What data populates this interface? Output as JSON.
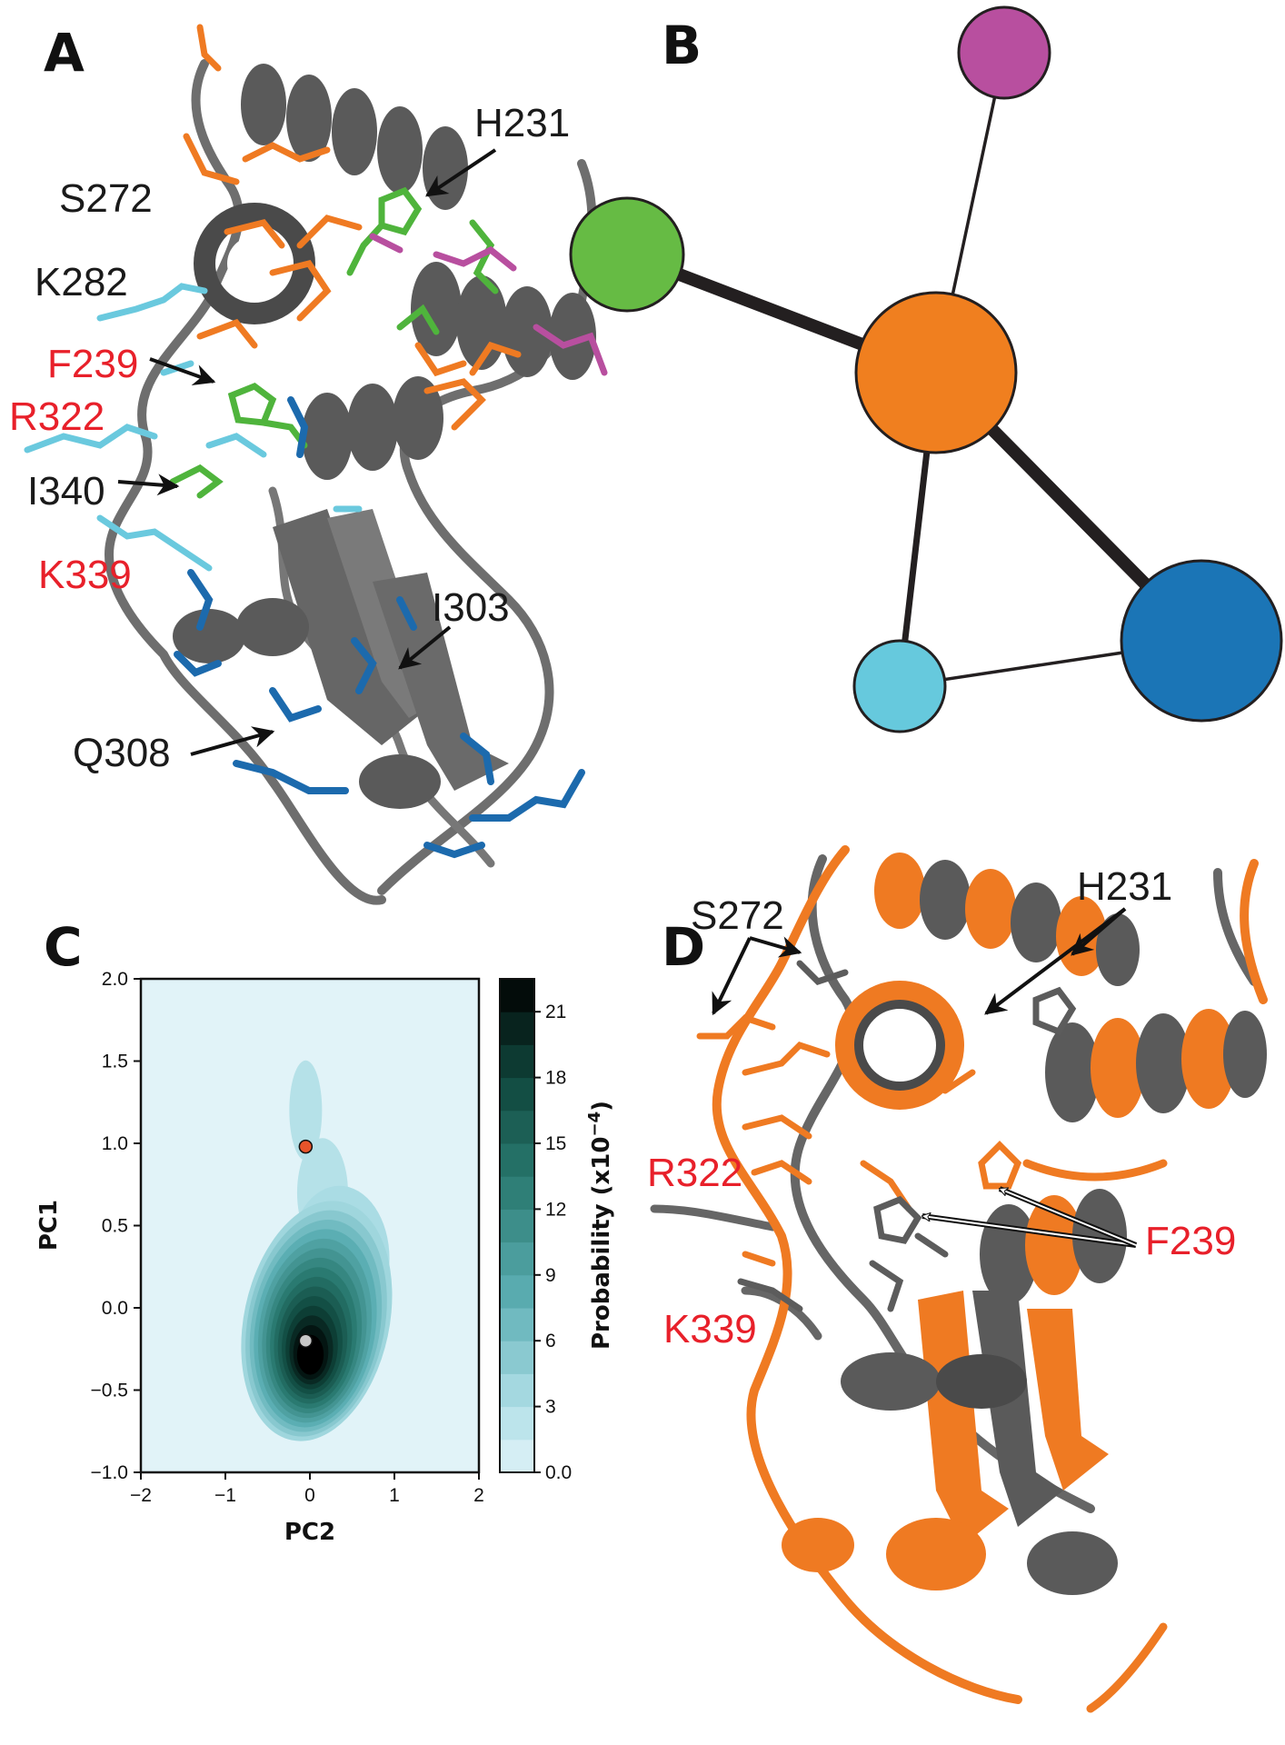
{
  "panels": {
    "A": {
      "letter": "A",
      "labels": [
        {
          "text": "H231",
          "color": "black"
        },
        {
          "text": "S272",
          "color": "black"
        },
        {
          "text": "K282",
          "color": "black"
        },
        {
          "text": "F239",
          "color": "red"
        },
        {
          "text": "R322",
          "color": "red"
        },
        {
          "text": "I340",
          "color": "black"
        },
        {
          "text": "K339",
          "color": "red"
        },
        {
          "text": "I303",
          "color": "black"
        },
        {
          "text": "Q308",
          "color": "black"
        }
      ]
    },
    "B": {
      "letter": "B",
      "network": {
        "nodes": [
          {
            "id": "orange",
            "color": "#f07f1f",
            "size": 3
          },
          {
            "id": "green",
            "color": "#66bb44",
            "size": 2
          },
          {
            "id": "magenta",
            "color": "#b84f9f",
            "size": 1
          },
          {
            "id": "cyan",
            "color": "#66c9dd",
            "size": 1
          },
          {
            "id": "blue",
            "color": "#1b75b6",
            "size": 3
          }
        ],
        "edges": [
          {
            "from": "green",
            "to": "orange",
            "weight": 4
          },
          {
            "from": "magenta",
            "to": "orange",
            "weight": 1
          },
          {
            "from": "orange",
            "to": "blue",
            "weight": 4
          },
          {
            "from": "orange",
            "to": "cyan",
            "weight": 2
          },
          {
            "from": "cyan",
            "to": "blue",
            "weight": 1
          }
        ]
      }
    },
    "C": {
      "letter": "C",
      "chart_data": {
        "type": "heatmap",
        "xlabel": "PC2",
        "ylabel": "PC1",
        "xlim": [
          -2,
          2
        ],
        "ylim": [
          -1.0,
          2.0
        ],
        "xticks": [
          "−2",
          "−1",
          "0",
          "1",
          "2"
        ],
        "yticks": [
          "−1.0",
          "−0.5",
          "0.0",
          "0.5",
          "1.0",
          "1.5",
          "2.0"
        ],
        "colorbar_label": "Probability (x10",
        "colorbar_exp": "−4",
        "colorbar_close": ")",
        "colorbar_ticks": [
          "0.0",
          "3",
          "6",
          "9",
          "12",
          "15",
          "18",
          "21"
        ],
        "colorbar_range": [
          0,
          22.5
        ],
        "markers": [
          {
            "x": -0.05,
            "y": 0.98,
            "color": "#e8542a"
          },
          {
            "x": -0.05,
            "y": -0.2,
            "color": "#c8c8c8"
          }
        ],
        "density_peak": {
          "x": 0.0,
          "y": -0.3
        }
      }
    },
    "D": {
      "letter": "D",
      "labels": [
        {
          "text": "H231",
          "color": "black"
        },
        {
          "text": "S272",
          "color": "black"
        },
        {
          "text": "R322",
          "color": "red"
        },
        {
          "text": "F239",
          "color": "red"
        },
        {
          "text": "K339",
          "color": "red"
        }
      ]
    }
  }
}
